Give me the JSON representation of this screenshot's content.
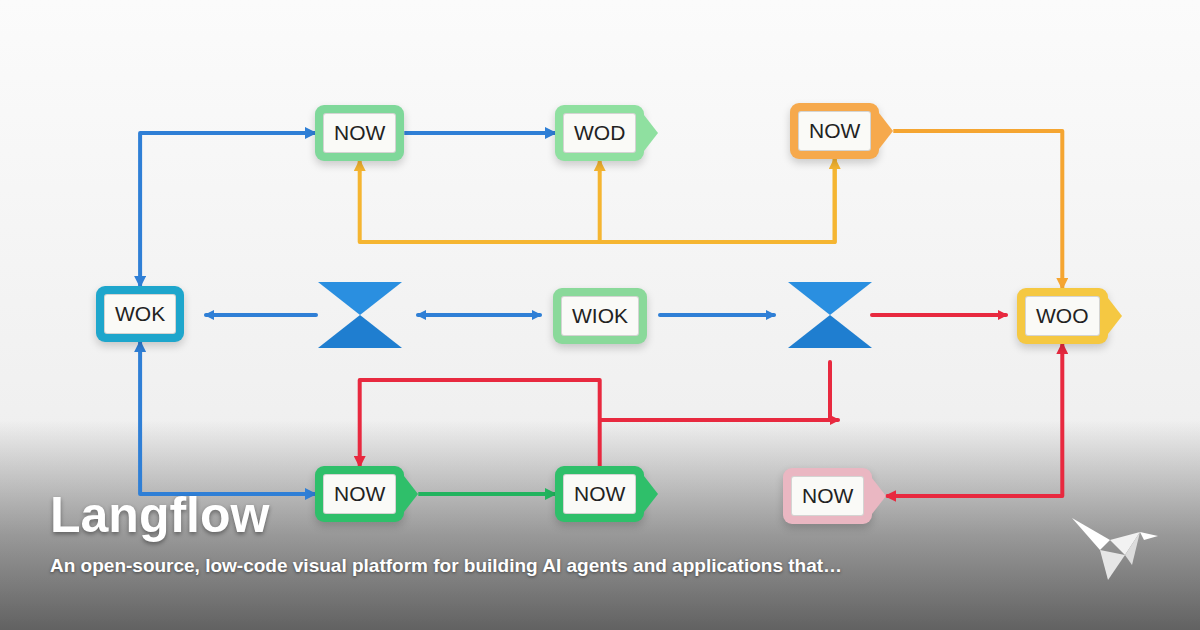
{
  "diagram": {
    "title": "Langflow",
    "caption": "An open-source, low-code visual platform for building AI agents and applications that…",
    "nodes": [
      {
        "text": [
          "NOW"
        ]
      },
      {
        "text": [
          "WOD"
        ]
      },
      {
        "text": [
          "NOW"
        ]
      },
      {
        "text": [
          "WOK"
        ]
      },
      {
        "text": [
          "WIOK"
        ]
      },
      {
        "text": [
          "WOO"
        ]
      },
      {
        "text": [
          "NOW"
        ]
      },
      {
        "text": [
          "NOW"
        ]
      },
      {
        "text": [
          "NOW"
        ]
      }
    ],
    "edges": [
      {
        "from": 3,
        "to": 0,
        "arrow": "both"
      },
      {
        "from": 0,
        "to": 1,
        "arrow": "to"
      },
      {
        "from": 0,
        "to": 2,
        "arrow": "both"
      },
      {
        "from": 2,
        "to": 1,
        "arrow": "to"
      },
      {
        "from": 2,
        "to": 5,
        "arrow": "to"
      },
      {
        "from": 3,
        "to": 6,
        "arrow": "both"
      },
      {
        "from": 6,
        "to": 7,
        "arrow": "to"
      },
      {
        "from": 7,
        "to": 6,
        "arrow": "to"
      },
      {
        "from": 8,
        "to": 5,
        "arrow": "both"
      }
    ]
  }
}
